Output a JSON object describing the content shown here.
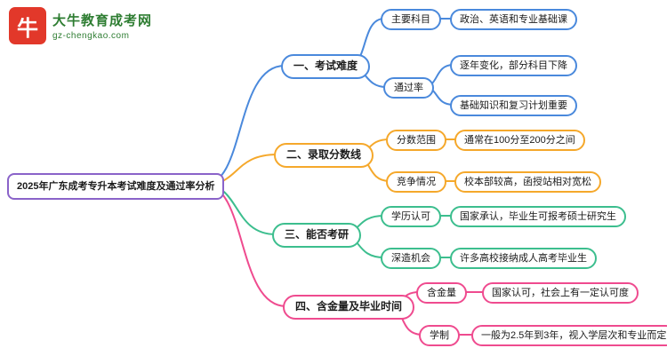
{
  "logo": {
    "icon_label": "牛",
    "site_name": "大牛教育成考网",
    "site_domain": "gz-chengkao.com"
  },
  "root": {
    "label": "2025年广东成考专升本考试难度及通过率分析"
  },
  "colors": {
    "root_border": "#8A63C9",
    "branch1": "#4A89DC",
    "branch2": "#F5A82B",
    "branch3": "#3CBE8E",
    "branch4": "#EF4B8F",
    "logo_red": "#E2382A",
    "logo_green": "#2E7D32"
  },
  "branches": [
    {
      "label": "一、考试难度",
      "children": [
        {
          "label": "主要科目",
          "leaves": [
            "政治、英语和专业基础课"
          ]
        },
        {
          "label": "通过率",
          "leaves": [
            "逐年变化，部分科目下降",
            "基础知识和复习计划重要"
          ]
        }
      ]
    },
    {
      "label": "二、录取分数线",
      "children": [
        {
          "label": "分数范围",
          "leaves": [
            "通常在100分至200分之间"
          ]
        },
        {
          "label": "竞争情况",
          "leaves": [
            "校本部较高，函授站相对宽松"
          ]
        }
      ]
    },
    {
      "label": "三、能否考研",
      "children": [
        {
          "label": "学历认可",
          "leaves": [
            "国家承认，毕业生可报考硕士研究生"
          ]
        },
        {
          "label": "深造机会",
          "leaves": [
            "许多高校接纳成人高考毕业生"
          ]
        }
      ]
    },
    {
      "label": "四、含金量及毕业时间",
      "children": [
        {
          "label": "含金量",
          "leaves": [
            "国家认可，社会上有一定认可度"
          ]
        },
        {
          "label": "学制",
          "leaves": [
            "一般为2.5年到3年，视入学层次和专业而定"
          ]
        }
      ]
    }
  ]
}
